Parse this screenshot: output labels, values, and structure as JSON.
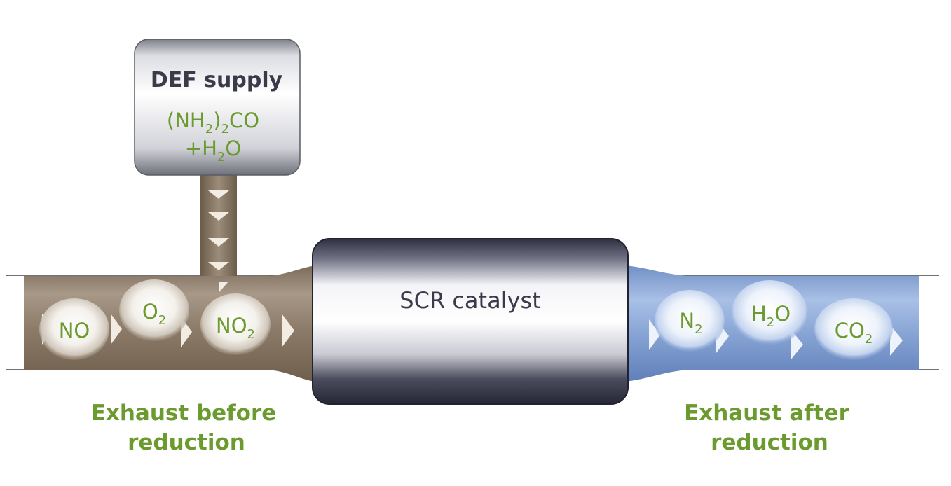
{
  "def_supply": {
    "title": "DEF supply",
    "formula_line1": {
      "a": "(NH",
      "sub1": "2",
      "b": ")",
      "sub2": "2",
      "c": "CO"
    },
    "formula_line2": {
      "a": "+H",
      "sub": "2",
      "b": "O"
    }
  },
  "catalyst": {
    "label": "SCR catalyst"
  },
  "before": {
    "caption_line1": "Exhaust before",
    "caption_line2": "reduction",
    "molecules": [
      {
        "main": "NO",
        "sub": ""
      },
      {
        "main": "O",
        "sub": "2"
      },
      {
        "main": "NO",
        "sub": "2"
      }
    ]
  },
  "after": {
    "caption_line1": "Exhaust after",
    "caption_line2": "reduction",
    "molecules": [
      {
        "main": "N",
        "sub": "2"
      },
      {
        "main": "H",
        "sub": "2",
        "tail": "O"
      },
      {
        "main": "CO",
        "sub": "2"
      }
    ]
  },
  "colors": {
    "label_green": "#6b9a2e",
    "dark_text": "#3a3a4a",
    "pipe_before": "#8a7866",
    "pipe_after": "#7f9fd0",
    "catalyst": "#3e3f4f"
  }
}
